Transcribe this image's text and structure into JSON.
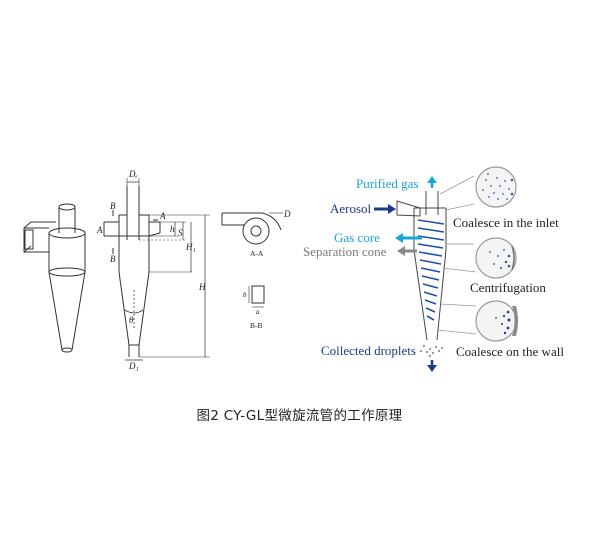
{
  "figure": {
    "caption": "图2  CY-GL型微旋流管的工作原理",
    "left_panel": {
      "dim_labels": {
        "inlet_width": "D₁",
        "outlet_width": "Dₑ",
        "section_a": "A",
        "section_b": "B",
        "height_h": "h",
        "height_s": "S",
        "height_h1": "H₁",
        "height_H": "H",
        "angle": "θ",
        "diameter_d": "D",
        "view_aa": "A-A",
        "view_bb": "B-B",
        "b_dim": "b",
        "a_dim": "a"
      }
    },
    "right_panel": {
      "purified_gas": "Purified gas",
      "aerosol": "Aerosol",
      "gas_core": "Gas core",
      "separation_cone": "Separation cone",
      "collected_droplets": "Collected droplets",
      "coalesce_inlet": "Coalesce in the inlet",
      "centrifugation": "Centrifugation",
      "coalesce_wall": "Coalesce on the wall"
    },
    "colors": {
      "cyan_arrow": "#19a6d8",
      "navy_arrow": "#1f3a8a",
      "gray_arrow": "#8a8a8a",
      "line": "#333333"
    }
  }
}
